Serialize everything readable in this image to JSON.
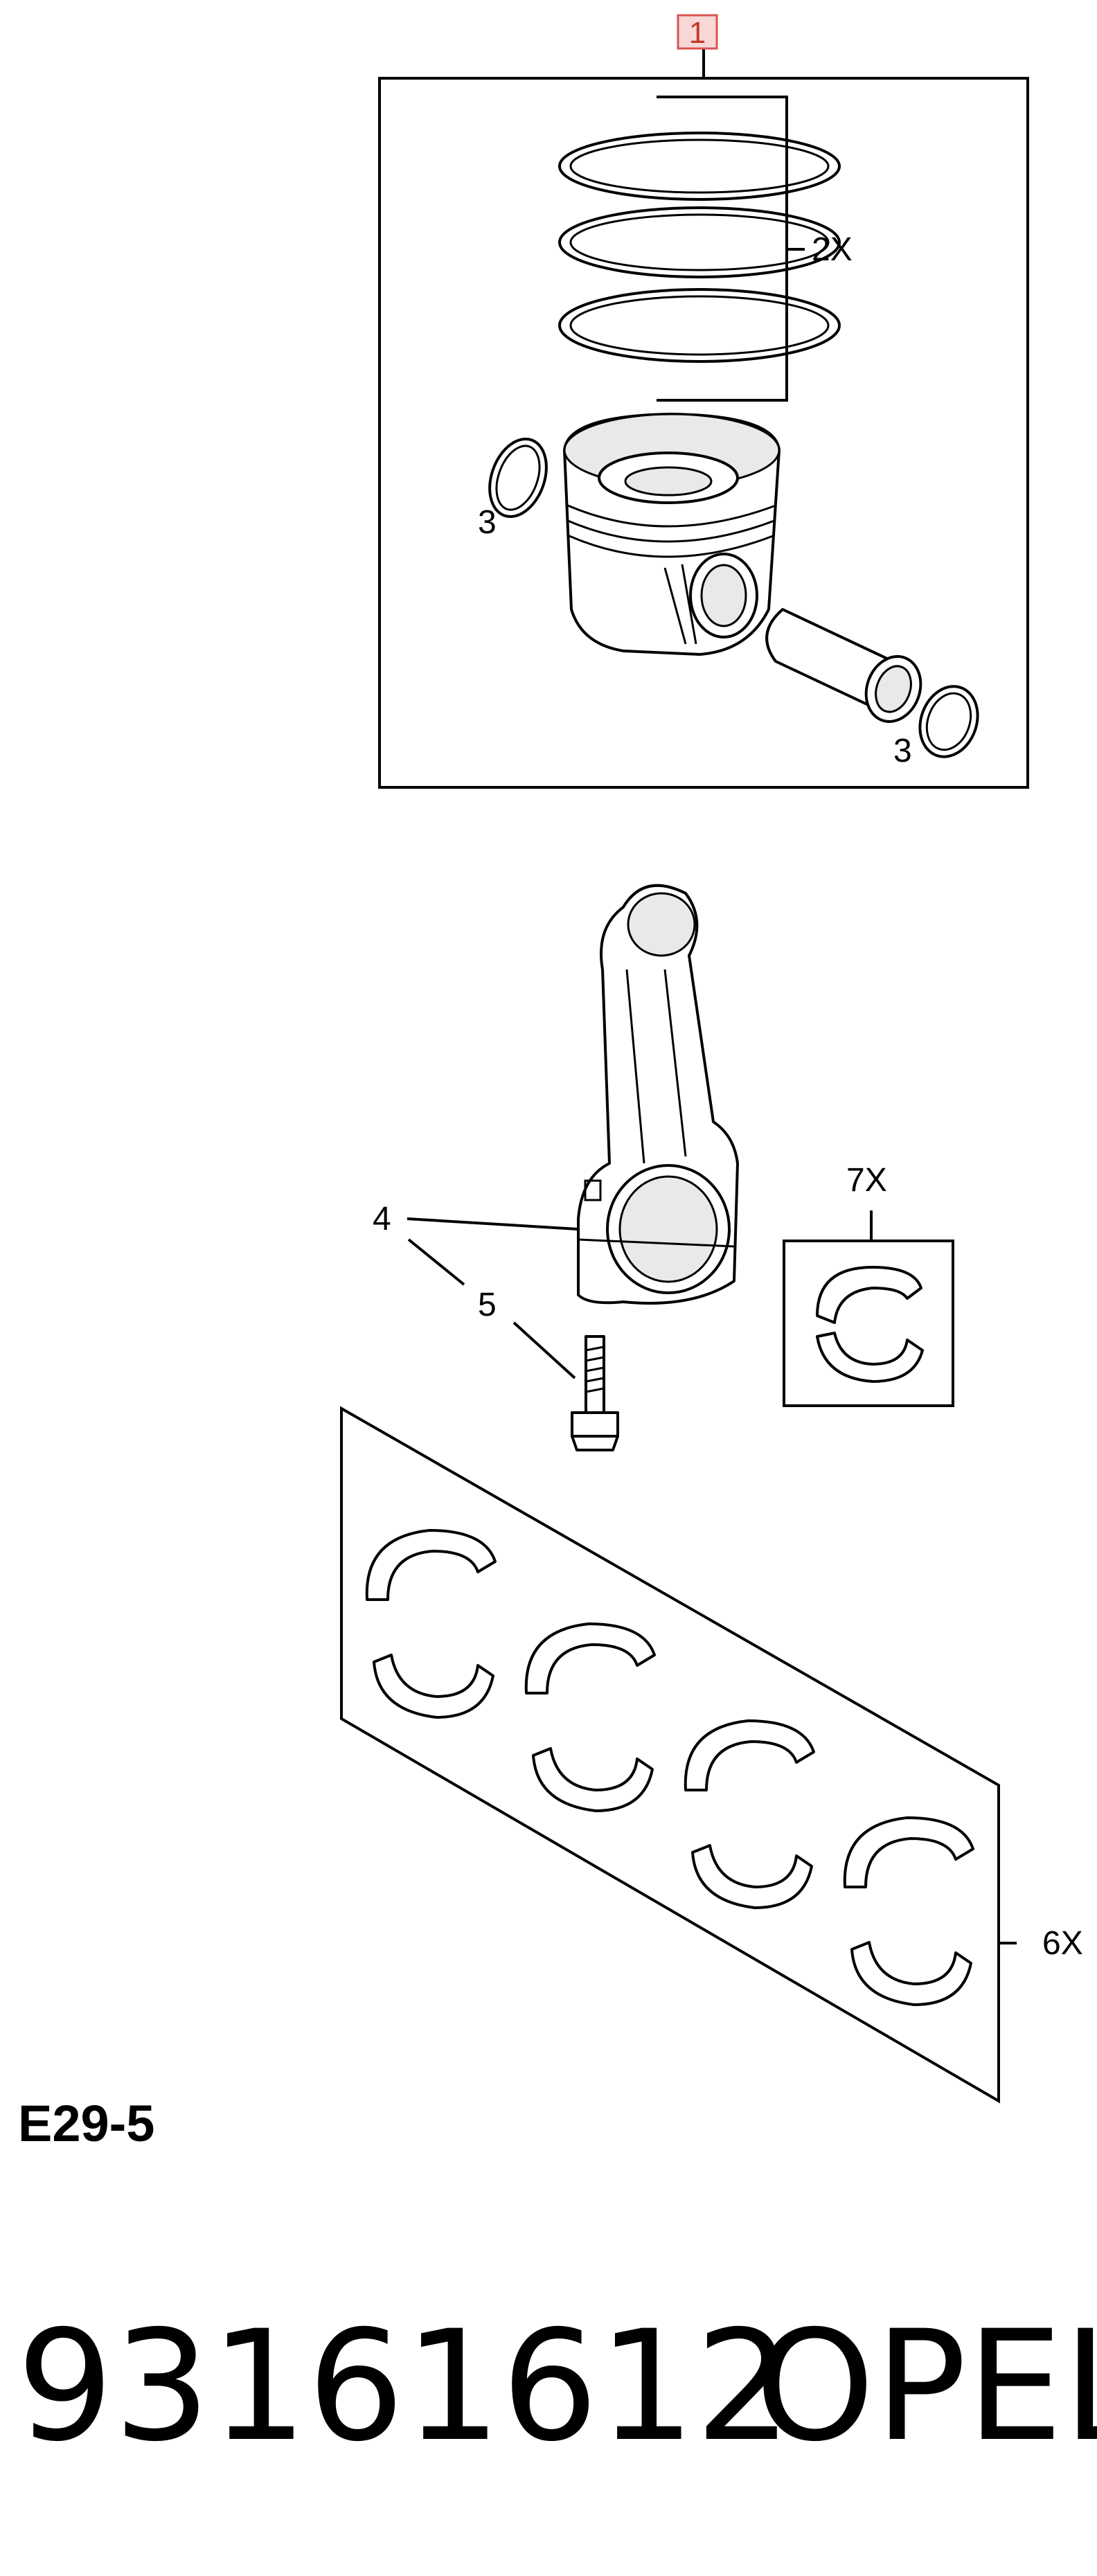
{
  "labels": {
    "item1": "1",
    "rings_qty": "2X",
    "circlip_top": "3",
    "circlip_bottom": "3",
    "rod": "4",
    "bolt": "5",
    "rod_bearing_qty": "7X",
    "main_bearing_qty": "6X"
  },
  "diagram_code": "E29-5",
  "part_number": "93161612",
  "brand": "OPEL",
  "colors": {
    "item1_highlight_fill": "#f8d7d7",
    "item1_highlight_stroke": "#d9534f"
  }
}
